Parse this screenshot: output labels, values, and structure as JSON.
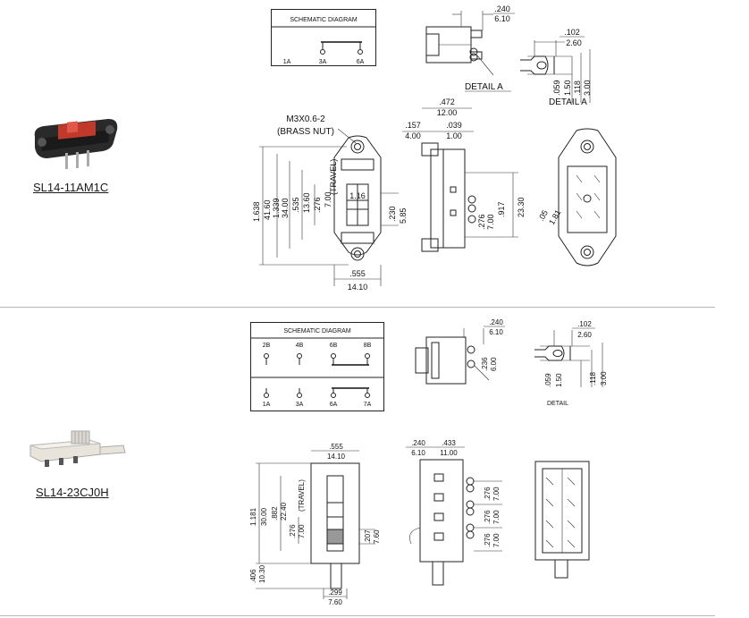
{
  "parts": [
    {
      "name": "SL14-11AM1C",
      "schematic": {
        "title": "SCHEMATIC DIAGRAM",
        "pins": [
          "1A",
          "3A",
          "6A"
        ]
      },
      "labels": {
        "detail_a": "DETAIL A",
        "nut_line1": "M3X0.6-2",
        "nut_line2": "(BRASS NUT)",
        "travel": "(TRAVEL)"
      },
      "dims": {
        "d240": ".240",
        "d610": "6.10",
        "d102": ".102",
        "d260": "2.60",
        "d059": ".059",
        "d150": "1.50",
        "d118": ".118",
        "d300": "3.00",
        "d472": ".472",
        "d1200": "12.00",
        "d157": ".157",
        "d400": "4.00",
        "d039": ".039",
        "d100": "1.00",
        "d1638": "1.638",
        "d4160": "41.60",
        "d1339": "1.339",
        "d3400": "34.00",
        "d535": ".535",
        "d1360": "13.60",
        "d276": ".276",
        "d700": "7.00",
        "d116": "1.16",
        "d230": ".230",
        "d585": "5.85",
        "d917": ".917",
        "d2330": "23.30",
        "d276b": ".276",
        "d700b": "7.00",
        "d555": ".555",
        "d1410": "14.10",
        "d05": ".05",
        "d181": "1.81"
      }
    },
    {
      "name": "SL14-23CJ0H",
      "schematic": {
        "title": "SCHEMATIC DIAGRAM",
        "top_pins": [
          "2B",
          "4B",
          "6B",
          "8B"
        ],
        "bottom_pins": [
          "1A",
          "3A",
          "6A",
          "7A"
        ]
      },
      "labels": {
        "travel": "(TRAVEL)",
        "detail_small": "DETAIL"
      },
      "dims": {
        "d240": ".240",
        "d610": "6.10",
        "d236": ".236",
        "d600": "6.00",
        "d102": ".102",
        "d260": "2.60",
        "d059": ".059",
        "d150": "1.50",
        "d118": ".118",
        "d300": "3.00",
        "d555": ".555",
        "d1410": "14.10",
        "d240b": ".240",
        "d610b": "6.10",
        "d433": ".433",
        "d1100": "11.00",
        "d1181": "1.181",
        "d3000": "30.00",
        "d882": ".882",
        "d2240": "22.40",
        "d276": ".276",
        "d700": "7.00",
        "d207": ".207",
        "d760": "7.60",
        "d406": ".406",
        "d1030": "10.30",
        "d299": ".299",
        "d760b": "7.60",
        "r276a": ".276",
        "r700a": "7.00",
        "r276b": ".276",
        "r700b": "7.00",
        "r276c": ".276",
        "r700c": "7.00"
      }
    }
  ]
}
